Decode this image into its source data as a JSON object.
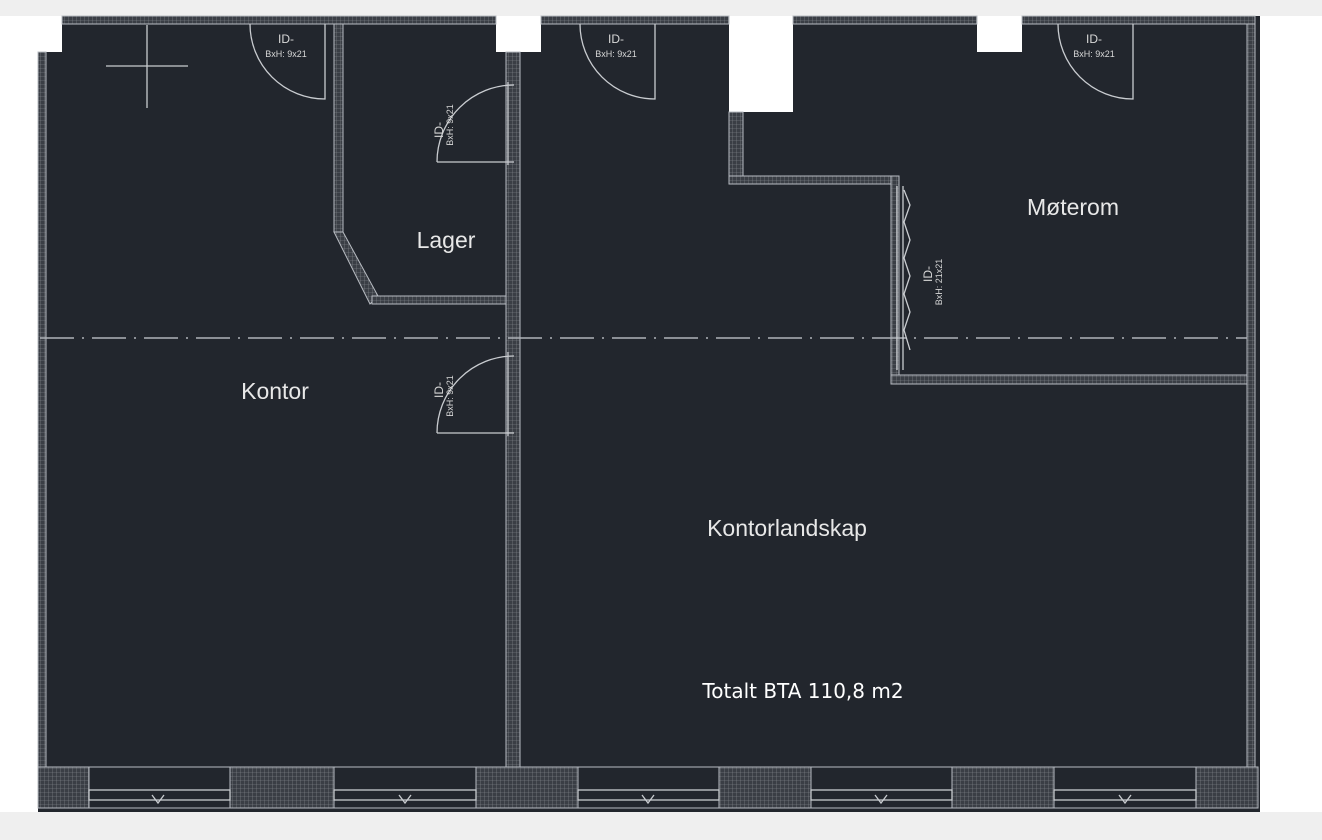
{
  "rooms": {
    "lager": "Lager",
    "kontor": "Kontor",
    "moterom": "Møterom",
    "kontorlandskap": "Kontorlandskap"
  },
  "total_area": "Totalt BTA 110,8 m2",
  "doors": {
    "id_label": "ID-",
    "size_9x21": "BxH: 9x21",
    "size_21x21": "BxH: 21x21"
  },
  "colors": {
    "floor": "#22262d",
    "lines": "#c9ccd0",
    "text": "#e8e8e8"
  }
}
